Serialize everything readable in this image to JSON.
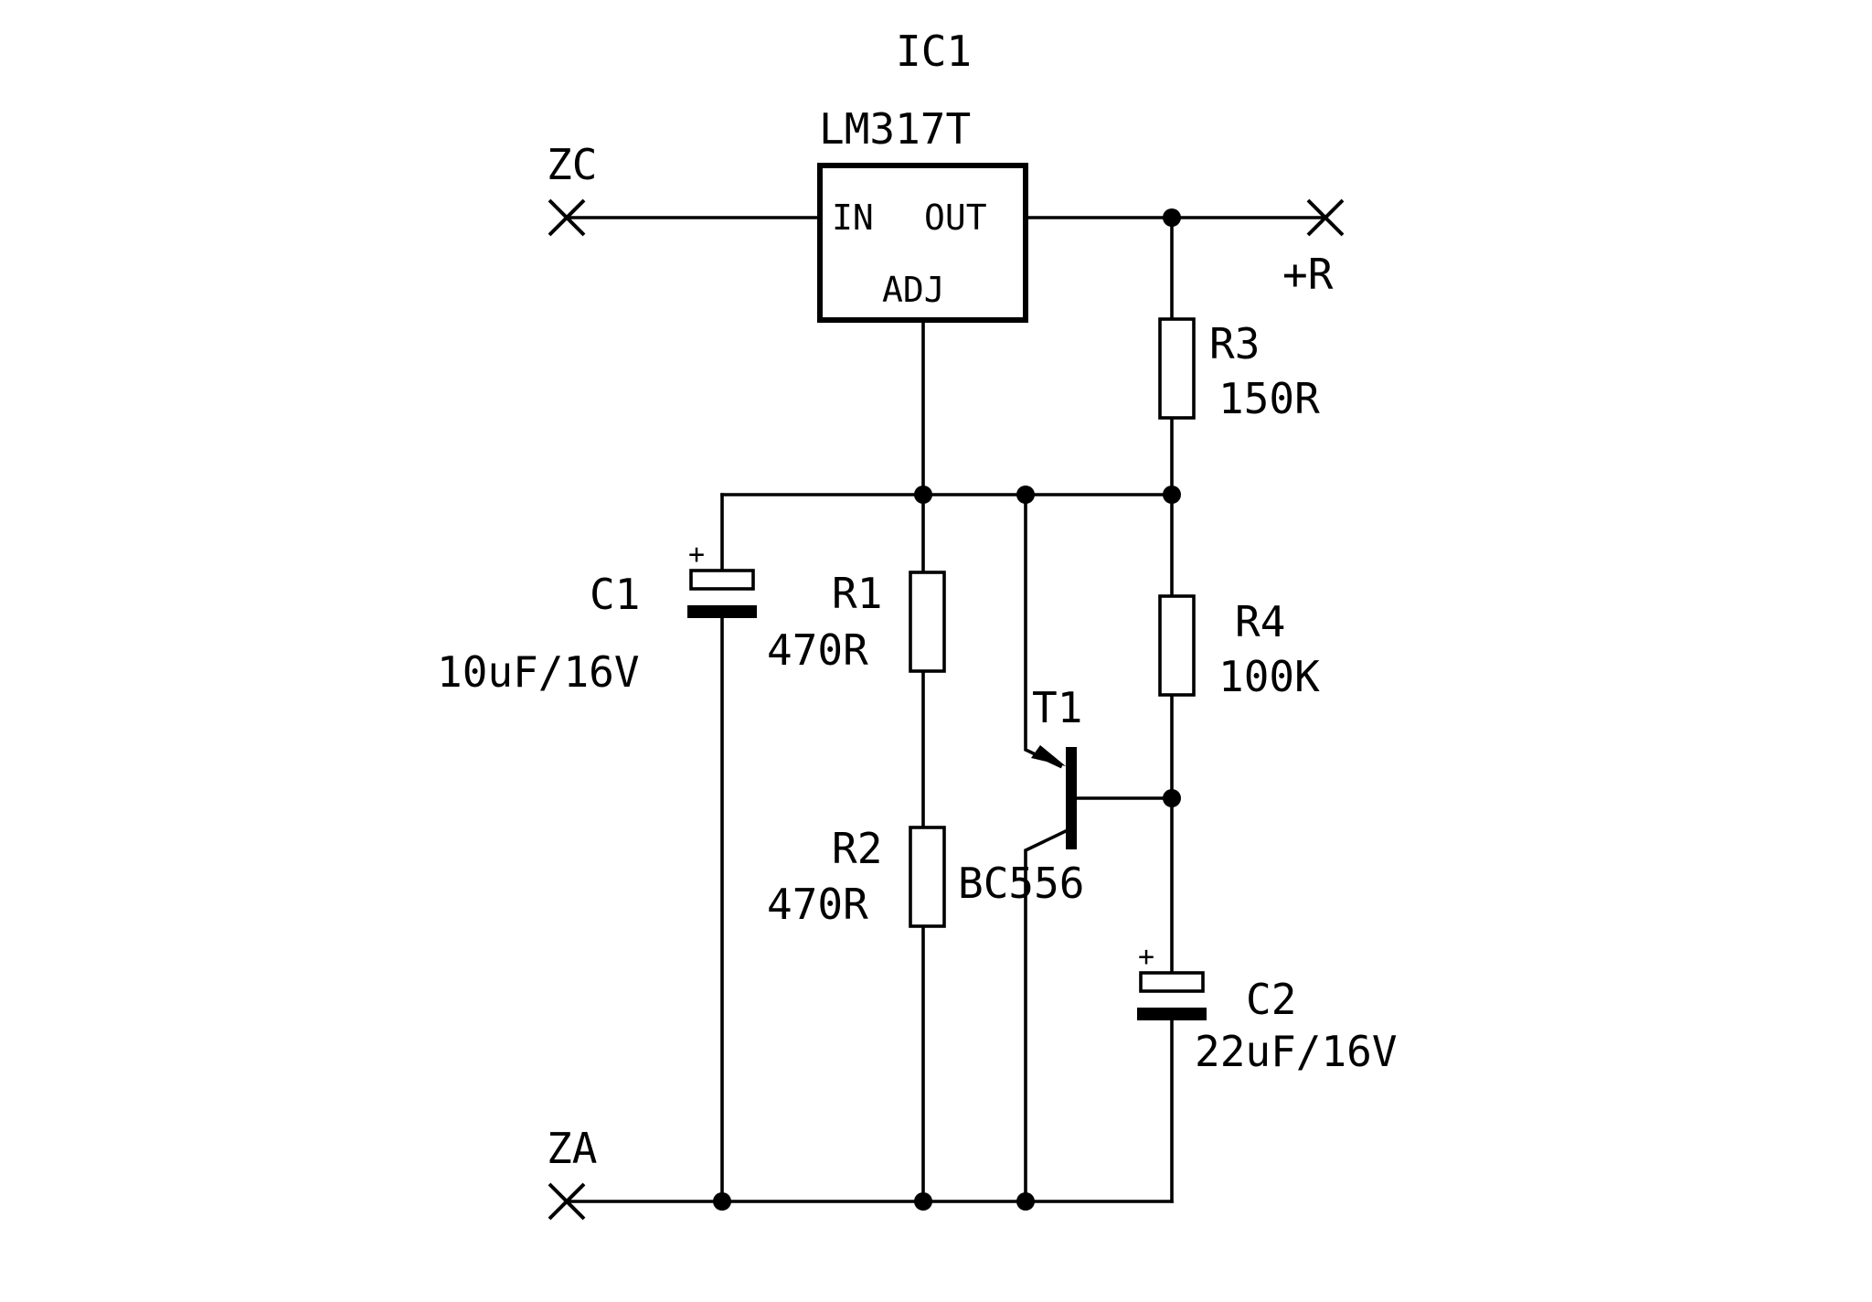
{
  "ic1": {
    "ref": "IC1",
    "part": "LM317T",
    "pin_in": "IN",
    "pin_out": "OUT",
    "pin_adj": "ADJ"
  },
  "terminals": {
    "zc": "ZC",
    "plus_r": "+R",
    "za": "ZA"
  },
  "r1": {
    "ref": "R1",
    "value": "470R"
  },
  "r2": {
    "ref": "R2",
    "value": "470R"
  },
  "r3": {
    "ref": "R3",
    "value": "150R"
  },
  "r4": {
    "ref": "R4",
    "value": "100K"
  },
  "c1": {
    "ref": "C1",
    "value": "10uF/16V",
    "polarity": "+"
  },
  "c2": {
    "ref": "C2",
    "value": "22uF/16V",
    "polarity": "+"
  },
  "t1": {
    "ref": "T1",
    "part": "BC556"
  }
}
